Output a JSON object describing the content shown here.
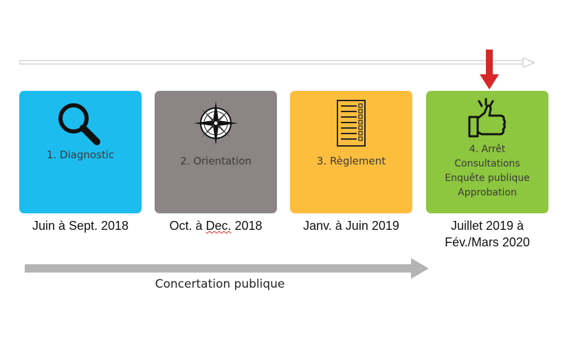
{
  "colors": {
    "diagnostic": "#1DBCEE",
    "orientation": "#8C8585",
    "reglement": "#FDBE3E",
    "arret": "#8DC63F",
    "timeline": "#C8C8C8",
    "marker": "#D62828",
    "concertation_arrow": "#B4B4B4"
  },
  "phases": [
    {
      "label": "1. Diagnostic",
      "icon": "magnifier-icon",
      "date": "Juin à Sept. 2018"
    },
    {
      "label": "2. Orientation",
      "icon": "compass-rose-icon",
      "date_pre": "Oct. à ",
      "date_typo": "Dec.",
      "date_post": " 2018"
    },
    {
      "label": "3. Règlement",
      "icon": "checklist-document-icon",
      "date": "Janv. à Juin 2019"
    },
    {
      "label_lines": [
        "4. Arrêt",
        "Consultations",
        "Enquête publique",
        "Approbation"
      ],
      "icon": "thumbs-up-icon",
      "date_lines": [
        "Juillet 2019 à",
        "Fév./Mars 2020"
      ]
    }
  ],
  "concertation": {
    "label": "Concertation publique"
  }
}
